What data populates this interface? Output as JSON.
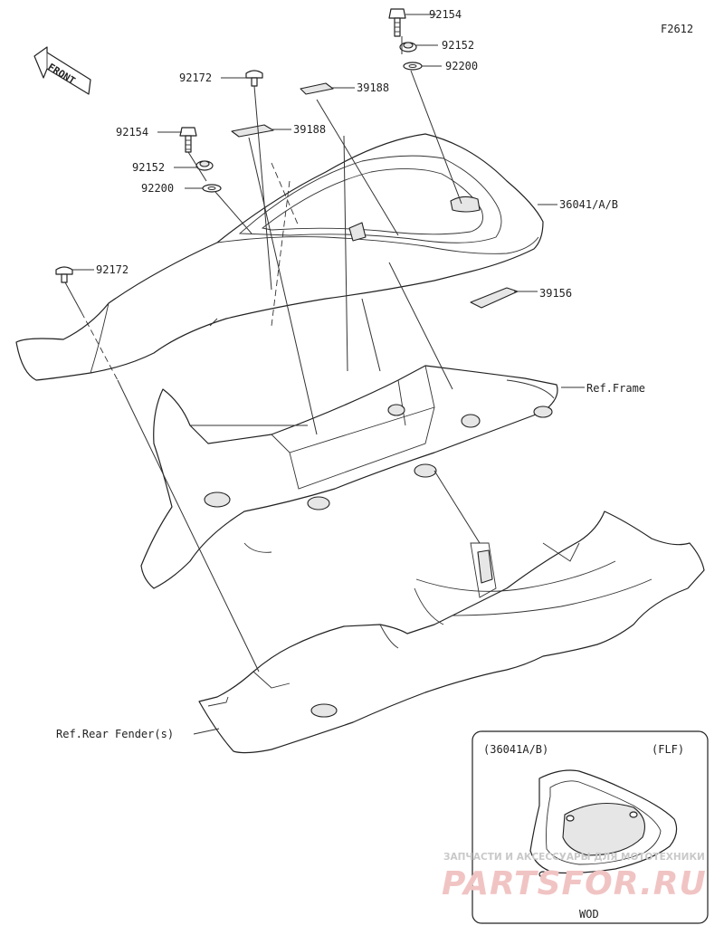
{
  "diagram": {
    "figure_code": "F2612",
    "front_label": "FRONT",
    "callouts": [
      {
        "id": "c-92154-top",
        "text": "92154"
      },
      {
        "id": "c-92152-top",
        "text": "92152"
      },
      {
        "id": "c-92200-top",
        "text": "92200"
      },
      {
        "id": "c-92172-top",
        "text": "92172"
      },
      {
        "id": "c-39188-top",
        "text": "39188"
      },
      {
        "id": "c-39188-mid",
        "text": "39188"
      },
      {
        "id": "c-92154-left",
        "text": "92154"
      },
      {
        "id": "c-92152-left",
        "text": "92152"
      },
      {
        "id": "c-92200-left",
        "text": "92200"
      },
      {
        "id": "c-92172-left",
        "text": "92172"
      },
      {
        "id": "c-36041",
        "text": "36041/A/B"
      },
      {
        "id": "c-39156",
        "text": "39156"
      },
      {
        "id": "c-ref-frame",
        "text": "Ref.Frame"
      },
      {
        "id": "c-ref-fender",
        "text": "Ref.Rear Fender(s)"
      }
    ],
    "inset": {
      "title_left": "(36041A/B)",
      "title_right": "(FLF)",
      "caption": "WOD"
    }
  },
  "watermark": {
    "line1": "ЗАПЧАСТИ И АКСЕССУАРЫ ДЛЯ МОТОТЕХНИКИ",
    "line2": "PARTSFOR.RU"
  },
  "colors": {
    "line": "#222222",
    "shade": "#e6e6e6",
    "watermark_red": "#f1c4c4"
  }
}
